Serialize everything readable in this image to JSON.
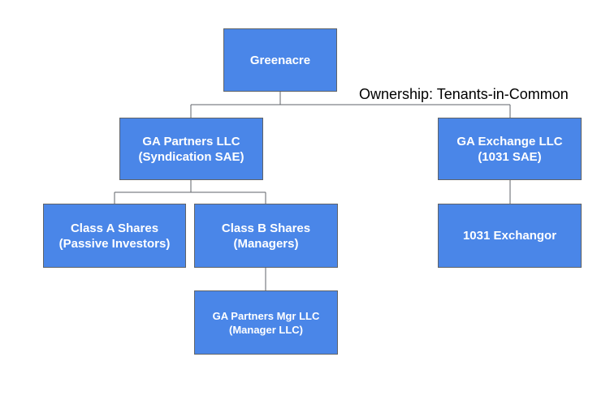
{
  "theme": {
    "box_color": "#4a86e8",
    "text_color": "#ffffff",
    "line_color": "#5f6368"
  },
  "nodes": {
    "greenacre": {
      "line1": "Greenacre",
      "line2": ""
    },
    "ga_partners": {
      "line1": "GA Partners LLC",
      "line2": "(Syndication SAE)"
    },
    "ga_exchange": {
      "line1": "GA Exchange LLC",
      "line2": "(1031 SAE)"
    },
    "class_a": {
      "line1": "Class A Shares",
      "line2": "(Passive Investors)"
    },
    "class_b": {
      "line1": "Class B Shares",
      "line2": "(Managers)"
    },
    "exchangor": {
      "line1": "1031 Exchangor",
      "line2": ""
    },
    "mgr_llc": {
      "line1": "GA Partners Mgr LLC",
      "line2": "(Manager LLC)"
    }
  },
  "annotations": {
    "ownership": "Ownership: Tenants-in-Common"
  }
}
